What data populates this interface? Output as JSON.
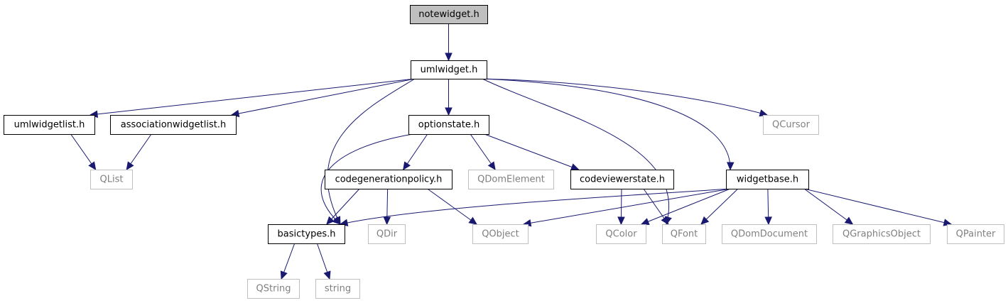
{
  "colors": {
    "edge": "#191970",
    "root_fill": "#bfbfbf",
    "documented_border": "#000000",
    "external_border": "#bfbfbf",
    "documented_text": "#000000",
    "external_text": "#808080",
    "background": "#ffffff"
  },
  "nodes": {
    "notewidget": {
      "label": "notewidget.h",
      "kind": "root"
    },
    "umlwidget": {
      "label": "umlwidget.h",
      "kind": "documented"
    },
    "umlwidgetlist": {
      "label": "umlwidgetlist.h",
      "kind": "documented"
    },
    "associationwidgetlist": {
      "label": "associationwidgetlist.h",
      "kind": "documented"
    },
    "optionstate": {
      "label": "optionstate.h",
      "kind": "documented"
    },
    "qcursor": {
      "label": "QCursor",
      "kind": "external"
    },
    "qlist": {
      "label": "QList",
      "kind": "external"
    },
    "codegenerationpolicy": {
      "label": "codegenerationpolicy.h",
      "kind": "documented"
    },
    "qdomelement": {
      "label": "QDomElement",
      "kind": "external"
    },
    "codeviewerstate": {
      "label": "codeviewerstate.h",
      "kind": "documented"
    },
    "widgetbase": {
      "label": "widgetbase.h",
      "kind": "documented"
    },
    "basictypes": {
      "label": "basictypes.h",
      "kind": "documented"
    },
    "qdir": {
      "label": "QDir",
      "kind": "external"
    },
    "qobject": {
      "label": "QObject",
      "kind": "external"
    },
    "qcolor": {
      "label": "QColor",
      "kind": "external"
    },
    "qfont": {
      "label": "QFont",
      "kind": "external"
    },
    "qdomdocument": {
      "label": "QDomDocument",
      "kind": "external"
    },
    "qgraphicsobject": {
      "label": "QGraphicsObject",
      "kind": "external"
    },
    "qpainter": {
      "label": "QPainter",
      "kind": "external"
    },
    "qstring": {
      "label": "QString",
      "kind": "external"
    },
    "string": {
      "label": "string",
      "kind": "external"
    }
  },
  "edges": [
    [
      "notewidget",
      "umlwidget"
    ],
    [
      "umlwidget",
      "umlwidgetlist"
    ],
    [
      "umlwidget",
      "associationwidgetlist"
    ],
    [
      "umlwidget",
      "basictypes"
    ],
    [
      "umlwidget",
      "optionstate"
    ],
    [
      "umlwidget",
      "qfont"
    ],
    [
      "umlwidget",
      "widgetbase"
    ],
    [
      "umlwidget",
      "qcursor"
    ],
    [
      "umlwidgetlist",
      "qlist"
    ],
    [
      "associationwidgetlist",
      "qlist"
    ],
    [
      "optionstate",
      "basictypes"
    ],
    [
      "optionstate",
      "codegenerationpolicy"
    ],
    [
      "optionstate",
      "qdomelement"
    ],
    [
      "optionstate",
      "codeviewerstate"
    ],
    [
      "codegenerationpolicy",
      "basictypes"
    ],
    [
      "codegenerationpolicy",
      "qdir"
    ],
    [
      "codegenerationpolicy",
      "qobject"
    ],
    [
      "codeviewerstate",
      "qcolor"
    ],
    [
      "codeviewerstate",
      "qfont"
    ],
    [
      "widgetbase",
      "basictypes"
    ],
    [
      "widgetbase",
      "qobject"
    ],
    [
      "widgetbase",
      "qcolor"
    ],
    [
      "widgetbase",
      "qfont"
    ],
    [
      "widgetbase",
      "qdomdocument"
    ],
    [
      "widgetbase",
      "qgraphicsobject"
    ],
    [
      "widgetbase",
      "qpainter"
    ],
    [
      "basictypes",
      "qstring"
    ],
    [
      "basictypes",
      "string"
    ]
  ]
}
